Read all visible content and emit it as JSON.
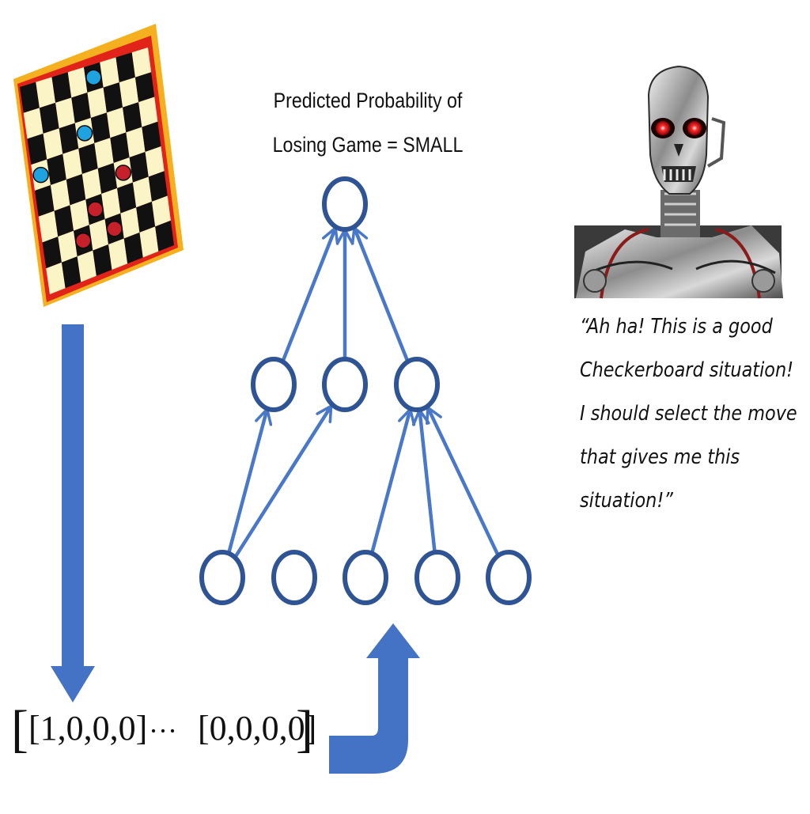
{
  "diagram": {
    "title": {
      "line1": "Predicted Probability of",
      "line2": "Losing Game = SMALL"
    },
    "quote": {
      "lines": [
        "“Ah ha! This is a good",
        "Checkerboard situation!",
        "I should select the move",
        "that gives me this",
        "situation!”"
      ]
    },
    "input_vectors": {
      "open_bracket": "[",
      "first": "[1,0,0,0]",
      "ellipsis": "···",
      "last": "[0,0,0,0]",
      "close_bracket": "]"
    },
    "network": {
      "layers": [
        5,
        3,
        1
      ],
      "hidden_edges": [
        [
          0,
          0
        ],
        [
          0,
          1
        ],
        [
          2,
          2
        ],
        [
          3,
          2
        ],
        [
          4,
          2
        ]
      ],
      "output_edges": [
        [
          0,
          0
        ],
        [
          1,
          0
        ],
        [
          2,
          0
        ]
      ]
    },
    "checkerboard": {
      "size": 8,
      "pieces": [
        {
          "row": 0,
          "col": 4,
          "color": "blue"
        },
        {
          "row": 2,
          "col": 3,
          "color": "blue"
        },
        {
          "row": 3,
          "col": 0,
          "color": "blue"
        },
        {
          "row": 4,
          "col": 5,
          "color": "red"
        },
        {
          "row": 5,
          "col": 3,
          "color": "red"
        },
        {
          "row": 6,
          "col": 2,
          "color": "red"
        },
        {
          "row": 6,
          "col": 4,
          "color": "red"
        }
      ]
    },
    "colors": {
      "node_stroke": "#2f5496",
      "edge": "#4a78c8",
      "big_arrow": "#4472c4",
      "board_dark": "#111111",
      "board_light": "#fbf4c6",
      "board_frame": "#e2231a",
      "board_outer_frame": "#f4b01e",
      "piece_blue": "#1fa3e0",
      "piece_red": "#c6202a",
      "robot_eye": "#ff1a1a"
    },
    "icons": {
      "robot": "robot-skull-icon"
    }
  }
}
